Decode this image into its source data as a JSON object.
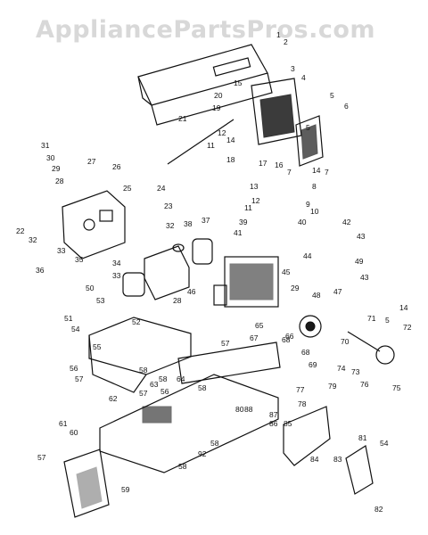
{
  "watermark": "AppliancePartsPros.com",
  "callouts": [
    "1",
    "2",
    "3",
    "4",
    "5",
    "6",
    "5",
    "15",
    "20",
    "19",
    "12",
    "14",
    "11",
    "18",
    "17",
    "16",
    "7",
    "14",
    "7",
    "13",
    "8",
    "9",
    "12",
    "10",
    "11",
    "21",
    "31",
    "30",
    "29",
    "28",
    "27",
    "26",
    "25",
    "24",
    "23",
    "22",
    "32",
    "33",
    "35",
    "36",
    "34",
    "33",
    "32",
    "38",
    "37",
    "39",
    "41",
    "40",
    "42",
    "43",
    "44",
    "49",
    "43",
    "45",
    "29",
    "48",
    "47",
    "46",
    "50",
    "53",
    "52",
    "28",
    "51",
    "54",
    "55",
    "56",
    "57",
    "58",
    "58",
    "56",
    "64",
    "63",
    "58",
    "57",
    "62",
    "61",
    "60",
    "57",
    "59",
    "58",
    "92",
    "58",
    "57",
    "65",
    "67",
    "66",
    "68",
    "69",
    "70",
    "71",
    "5",
    "14",
    "72",
    "73",
    "76",
    "75",
    "74",
    "77",
    "78",
    "79",
    "80",
    "88",
    "87",
    "86",
    "85",
    "84",
    "83",
    "81",
    "54",
    "82",
    "68"
  ]
}
